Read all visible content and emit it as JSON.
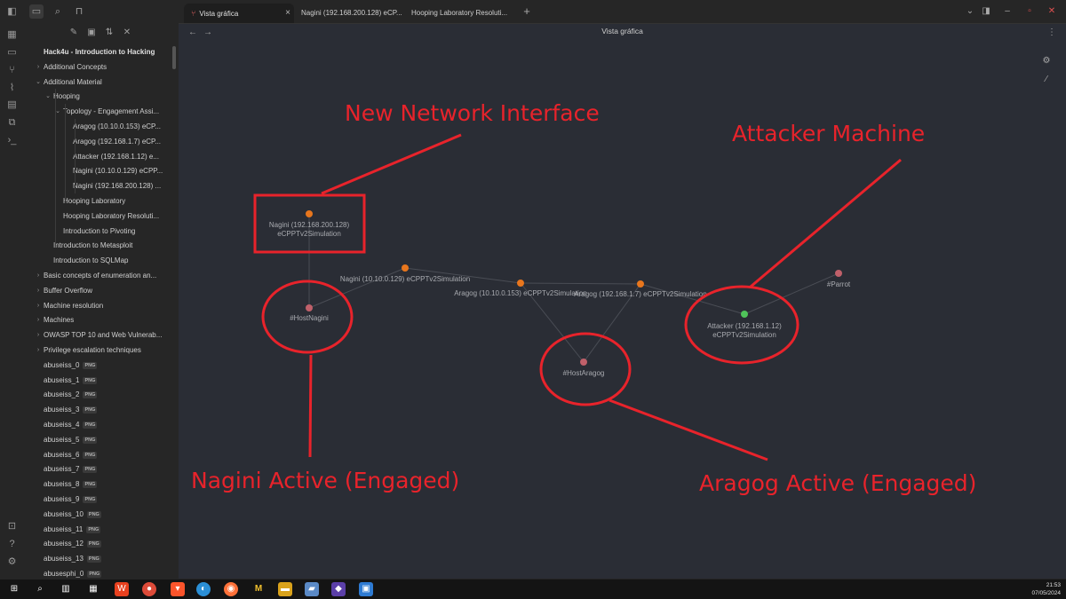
{
  "tabs": [
    {
      "label": "Vista gráfica",
      "active": true
    },
    {
      "label": "Nagini (192.168.200.128) eCP...",
      "active": false
    },
    {
      "label": "Hooping Laboratory Resoluti...",
      "active": false
    }
  ],
  "view": {
    "title": "Vista gráfica"
  },
  "sidebar": {
    "vault": "Hack4u - Introduction to Hacking",
    "items": [
      {
        "label": "Additional Concepts",
        "caret": "›"
      },
      {
        "label": "Additional Material",
        "caret": "⌄"
      },
      {
        "label": "Hooping",
        "caret": "⌄"
      },
      {
        "label": "Topology - Engagement Assi...",
        "caret": "⌄"
      },
      {
        "label": "Aragog (10.10.0.153) eCP..."
      },
      {
        "label": "Aragog (192.168.1.7) eCP..."
      },
      {
        "label": "Attacker (192.168.1.12) e..."
      },
      {
        "label": "Nagini (10.10.0.129) eCPP..."
      },
      {
        "label": "Nagini (192.168.200.128) ..."
      },
      {
        "label": "Hooping Laboratory"
      },
      {
        "label": "Hooping Laboratory Resoluti..."
      },
      {
        "label": "Introduction to Pivoting"
      },
      {
        "label": "Introduction to Metasploit"
      },
      {
        "label": "Introduction to SQLMap"
      },
      {
        "label": "Basic concepts of enumeration an...",
        "caret": "›"
      },
      {
        "label": "Buffer Overflow",
        "caret": "›"
      },
      {
        "label": "Machine resolution",
        "caret": "›"
      },
      {
        "label": "Machines",
        "caret": "›"
      },
      {
        "label": "OWASP TOP 10 and Web Vulnerab...",
        "caret": "›"
      },
      {
        "label": "Privilege escalation techniques",
        "caret": "›"
      },
      {
        "label": "abuseiss_0",
        "badge": "PNG"
      },
      {
        "label": "abuseiss_1",
        "badge": "PNG"
      },
      {
        "label": "abuseiss_2",
        "badge": "PNG"
      },
      {
        "label": "abuseiss_3",
        "badge": "PNG"
      },
      {
        "label": "abuseiss_4",
        "badge": "PNG"
      },
      {
        "label": "abuseiss_5",
        "badge": "PNG"
      },
      {
        "label": "abuseiss_6",
        "badge": "PNG"
      },
      {
        "label": "abuseiss_7",
        "badge": "PNG"
      },
      {
        "label": "abuseiss_8",
        "badge": "PNG"
      },
      {
        "label": "abuseiss_9",
        "badge": "PNG"
      },
      {
        "label": "abuseiss_10",
        "badge": "PNG"
      },
      {
        "label": "abuseiss_11",
        "badge": "PNG"
      },
      {
        "label": "abuseiss_12",
        "badge": "PNG"
      },
      {
        "label": "abuseiss_13",
        "badge": "PNG"
      },
      {
        "label": "abusesphi_0",
        "badge": "PNG"
      }
    ]
  },
  "graph": {
    "nodes": [
      {
        "id": "nagini200",
        "label": [
          "Nagini (192.168.200.128)",
          "eCPPTv2Simulation"
        ],
        "color": "#e8761d"
      },
      {
        "id": "nagini10",
        "label": [
          "Nagini (10.10.0.129) eCPPTv2Simulation"
        ],
        "color": "#e8761d"
      },
      {
        "id": "aragog10",
        "label": [
          "Aragog (10.10.0.153) eCPPTv2Simulation"
        ],
        "color": "#e8761d"
      },
      {
        "id": "aragog192",
        "label": [
          "Aragog (192.168.1.7) eCPPTv2Simulation"
        ],
        "color": "#e8761d"
      },
      {
        "id": "attacker",
        "label": [
          "Attacker (192.168.1.12)",
          "eCPPTv2Simulation"
        ],
        "color": "#4fc45a"
      },
      {
        "id": "parrot",
        "label": [
          "#Parrot"
        ],
        "color": "#c0606a"
      },
      {
        "id": "hostnagini",
        "label": [
          "#HostNagini"
        ],
        "color": "#c0606a"
      },
      {
        "id": "hostaragog",
        "label": [
          "#HostAragog"
        ],
        "color": "#c0606a"
      }
    ],
    "edges": [
      [
        "nagini200",
        "hostnagini"
      ],
      [
        "nagini10",
        "hostnagini"
      ],
      [
        "nagini10",
        "aragog10"
      ],
      [
        "aragog10",
        "aragog192"
      ],
      [
        "aragog10",
        "hostaragog"
      ],
      [
        "aragog192",
        "hostaragog"
      ],
      [
        "aragog192",
        "attacker"
      ],
      [
        "attacker",
        "parrot"
      ]
    ],
    "edge_color": "#4a4d55"
  },
  "annotations": {
    "color": "#e8232b",
    "texts": [
      "New Network Interface",
      "Attacker Machine",
      "Nagini Active (Engaged)",
      "Aragog Active (Engaged)"
    ]
  },
  "taskbar": {
    "time": "21:53",
    "date": "07/05/2024"
  }
}
